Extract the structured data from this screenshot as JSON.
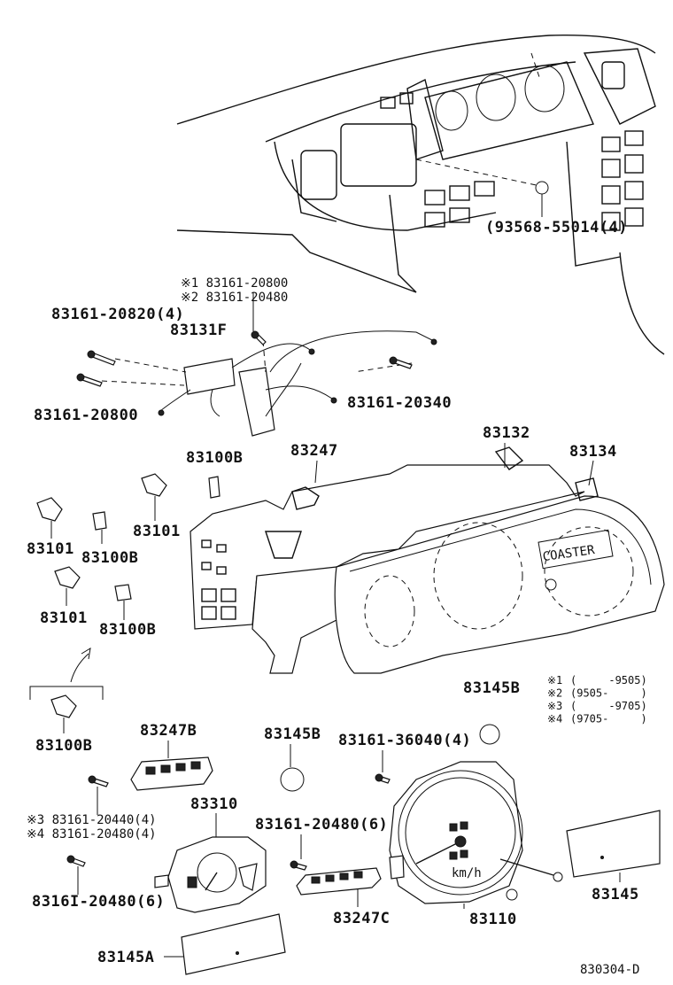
{
  "labels": {
    "p93568": "(93568-55014(4)",
    "n1_a": "※1 83161-20800",
    "n2_a": "※2 83161-20480",
    "p83161_20820": "83161-20820(4)",
    "p83131F": "83131F",
    "p83161_20800": "83161-20800",
    "p83161_20340": "83161-20340",
    "p83100B_a": "83100B",
    "p83247": "83247",
    "p83132": "83132",
    "p83134": "83134",
    "p83101_a": "83101",
    "p83100B_b": "83100B",
    "p83101_b": "83101",
    "p83101_c": "83101",
    "p83100B_c": "83100B",
    "p83100B_d": "83100B",
    "p83145B_a": "83145B",
    "p83247B": "83247B",
    "p83145B_b": "83145B",
    "p83161_36040": "83161-36040(4)",
    "n3_b": "※3 83161-20440(4)",
    "n4_b": "※4 83161-20480(4)",
    "p83310": "83310",
    "p83161_20480_6a": "83161-20480(6)",
    "p83161_20480_6b": "8316I-20480(6)",
    "p83247C": "83247C",
    "p83110": "83110",
    "p83145": "83145",
    "p83145A": "83145A",
    "ref": "830304-D",
    "speedo_unit": "km/h",
    "nameplate": "COASTER"
  },
  "legend": [
    {
      "mark": "※1",
      "range": "(     -9505)"
    },
    {
      "mark": "※2",
      "range": "(9505-     )"
    },
    {
      "mark": "※3",
      "range": "(     -9705)"
    },
    {
      "mark": "※4",
      "range": "(9705-     )"
    }
  ]
}
